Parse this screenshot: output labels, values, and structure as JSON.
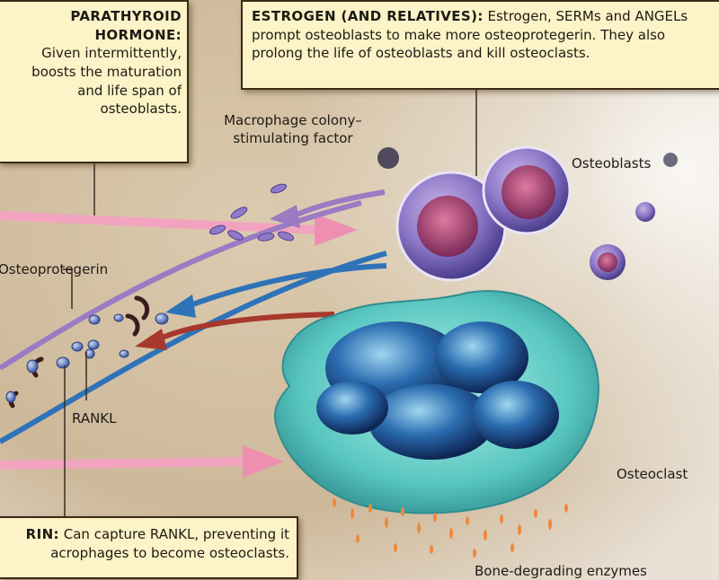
{
  "callouts": {
    "pth": {
      "heading": "PARATHYROID HORMONE:",
      "body": "Given intermittently, boosts the maturation and life span of osteoblasts."
    },
    "estrogen": {
      "heading": "ESTROGEN (AND RELATIVES):",
      "body": "Estrogen, SERMs and ANGELs prompt osteoblasts to make more osteoprotegerin. They also prolong the life of osteoblasts and kill osteoclasts."
    },
    "osteoprotegerin": {
      "heading": "RIN:",
      "body": "Can capture RANKL, preventing it acrophages to become osteoclasts."
    }
  },
  "labels": {
    "mcsf": "Macrophage colony–stimulating factor",
    "osteoblasts": "Osteoblasts",
    "osteoprotegerin": "Osteoprotegerin",
    "rankl": "RANKL",
    "osteoclast": "Osteoclast",
    "enzymes": "Bone-degrading enzymes"
  },
  "colors": {
    "background": "#d7c4a8",
    "pink_arrow": "#f2a3c0",
    "purple_arrow": "#9a7bc4",
    "blue_arrow": "#2e73b8",
    "red_arrow": "#a7382c",
    "osteoblast_cell": "#8f7ac9",
    "osteoclast_cell": "#58c6c0",
    "enzyme_dots": "#f0873a"
  }
}
